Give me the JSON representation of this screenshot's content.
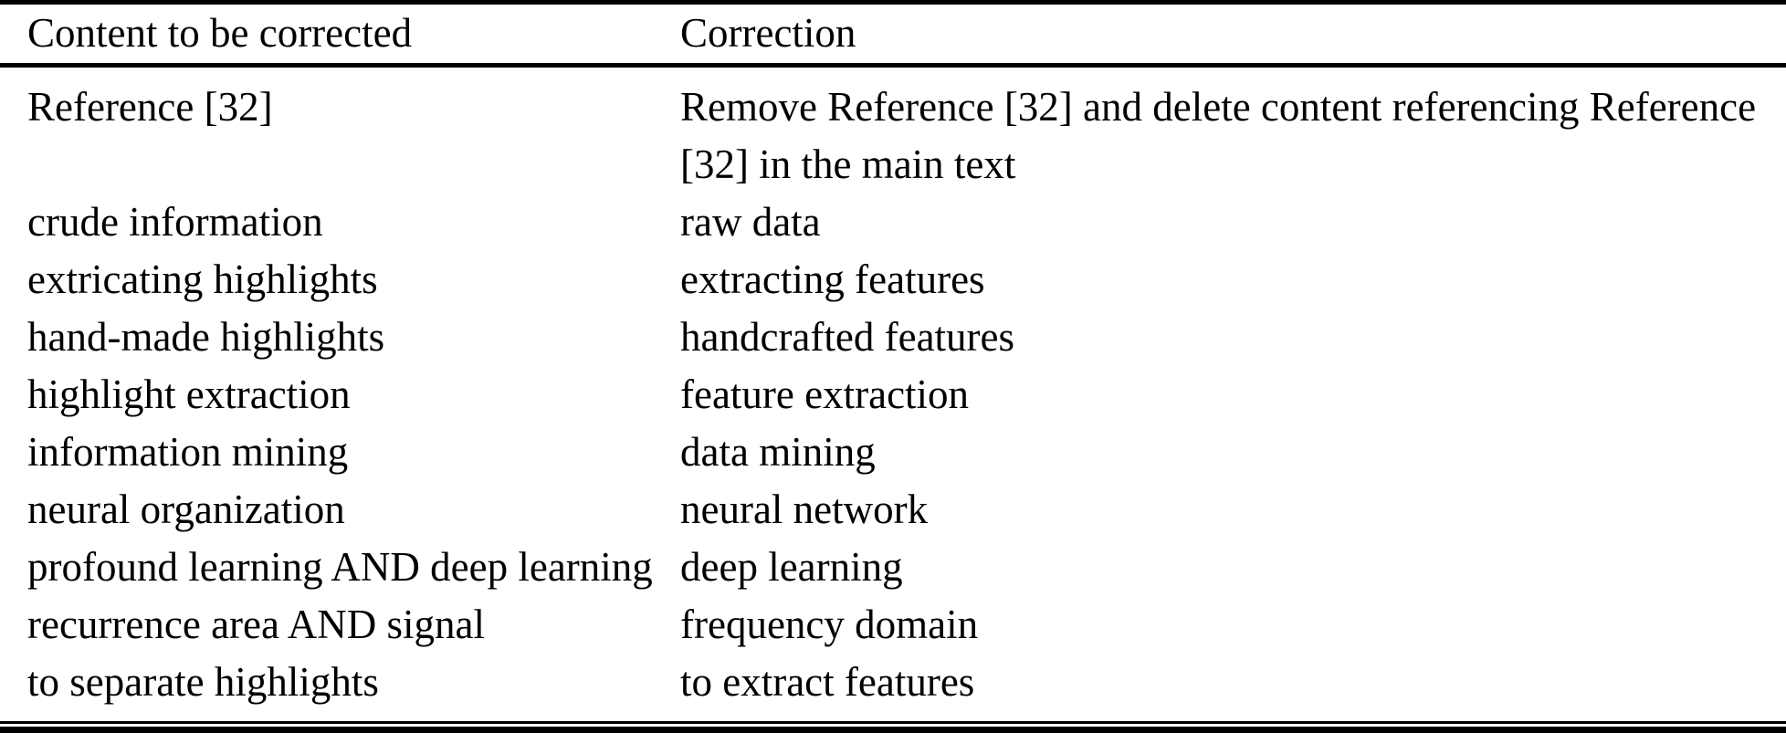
{
  "table": {
    "columns": [
      "Content to be corrected",
      "Correction"
    ],
    "rows": [
      {
        "content": "Reference [32]",
        "correction": "Remove Reference [32] and delete content referencing Reference [32] in the main text"
      },
      {
        "content": "crude information",
        "correction": "raw data"
      },
      {
        "content": "extricating highlights",
        "correction": "extracting features"
      },
      {
        "content": "hand-made highlights",
        "correction": "handcrafted features"
      },
      {
        "content": "highlight extraction",
        "correction": "feature extraction"
      },
      {
        "content": "information mining",
        "correction": "data mining"
      },
      {
        "content": "neural organization",
        "correction": "neural network"
      },
      {
        "content": "profound learning AND deep learning",
        "correction": "deep learning"
      },
      {
        "content": "recurrence area AND signal",
        "correction": "frequency domain"
      },
      {
        "content": "to separate highlights",
        "correction": "to extract features"
      }
    ]
  },
  "colors": {
    "text": "#000000",
    "background": "#ffffff",
    "rule": "#000000"
  }
}
